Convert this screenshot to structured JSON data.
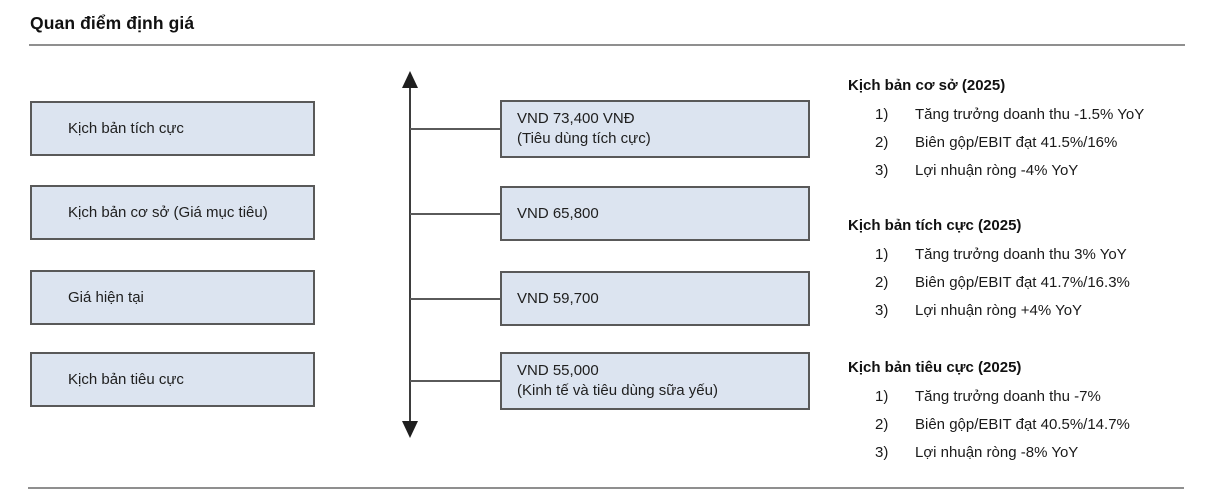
{
  "header": {
    "title": "Quan điểm định giá"
  },
  "colors": {
    "box_fill": "#dce4f0",
    "box_border": "#595959",
    "axis_line": "#3d3d3d",
    "divider": "#8f8f8f",
    "text": "#1a1a1a"
  },
  "diagram": {
    "scenarios": [
      {
        "label": "Kịch bản tích cực"
      },
      {
        "label": "Kịch bản cơ sở (Giá mục tiêu)"
      },
      {
        "label": "Giá hiện tại"
      },
      {
        "label": "Kịch bản tiêu cực"
      }
    ],
    "prices": [
      {
        "line1": "VND 73,400 VNĐ",
        "line2": "(Tiêu dùng tích cực)"
      },
      {
        "line1": "VND 65,800",
        "line2": ""
      },
      {
        "line1": "VND 59,700",
        "line2": ""
      },
      {
        "line1": "VND 55,000",
        "line2": "(Kinh tế và tiêu dùng sữa yếu)"
      }
    ],
    "sections": [
      {
        "heading": "Kịch bản cơ sở (2025)",
        "items": [
          {
            "num": "1)",
            "text": "Tăng trưởng doanh thu -1.5% YoY"
          },
          {
            "num": "2)",
            "text": "Biên gộp/EBIT đạt 41.5%/16%"
          },
          {
            "num": "3)",
            "text": "Lợi nhuận ròng -4% YoY"
          }
        ]
      },
      {
        "heading": "Kịch bản tích cực (2025)",
        "items": [
          {
            "num": "1)",
            "text": "Tăng trưởng doanh thu 3% YoY"
          },
          {
            "num": "2)",
            "text": "Biên gộp/EBIT đạt 41.7%/16.3%"
          },
          {
            "num": "3)",
            "text": "Lợi nhuận ròng +4% YoY"
          }
        ]
      },
      {
        "heading": "Kịch bản tiêu cực (2025)",
        "items": [
          {
            "num": "1)",
            "text": "Tăng trưởng doanh thu -7%"
          },
          {
            "num": "2)",
            "text": "Biên gộp/EBIT đạt 40.5%/14.7%"
          },
          {
            "num": "3)",
            "text": "Lợi nhuận ròng -8% YoY"
          }
        ]
      }
    ]
  }
}
